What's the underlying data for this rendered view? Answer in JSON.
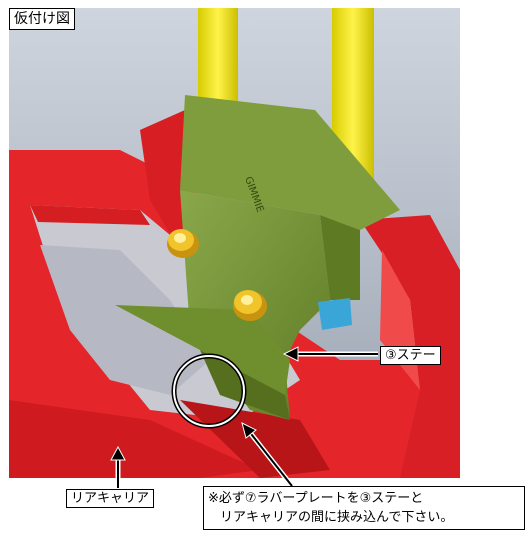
{
  "title": "仮付け図",
  "labels": {
    "stay": "③ステー",
    "rear_carrier": "リアキャリア"
  },
  "note": {
    "line1": "※必ず⑦ラバープレートを③ステーと",
    "line2": "リアキャリアの間に挟み込んで下さい。"
  },
  "stamp_text": "GIMMIE",
  "colors": {
    "background": "#b9c0cb",
    "carrier_red": "#e4262a",
    "bracket_green": "#6f8f2f",
    "pipe_yellow": "#f2e600",
    "bolt_gold": "#e0b21c",
    "rubber_blue": "#3aa6d8"
  }
}
